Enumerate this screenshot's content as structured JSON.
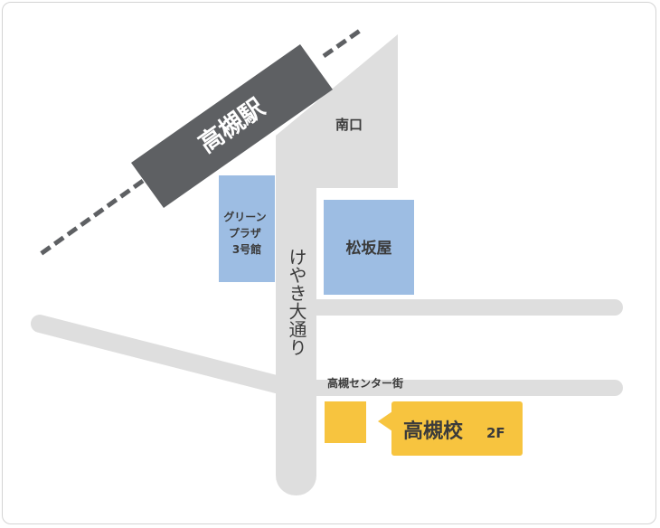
{
  "map": {
    "station_label": "高槻駅",
    "south_exit_label": "南口",
    "green_plaza_lines": [
      "グリーン",
      "プラザ",
      "3号館"
    ],
    "matsuzakaya_label": "松坂屋",
    "keyaki_street_label": "けやき大通り",
    "center_street_label": "高槻センター街",
    "school_label": "高槻校",
    "school_floor": "2F"
  },
  "colors": {
    "road": "#dedede",
    "building_blue": "#9dbde3",
    "station_body": "#5e6063",
    "rail_dash": "#5e6063",
    "marker_yellow": "#f7c43f",
    "text_dark": "#3b3b3b",
    "text_on_dark": "#ffffff"
  }
}
